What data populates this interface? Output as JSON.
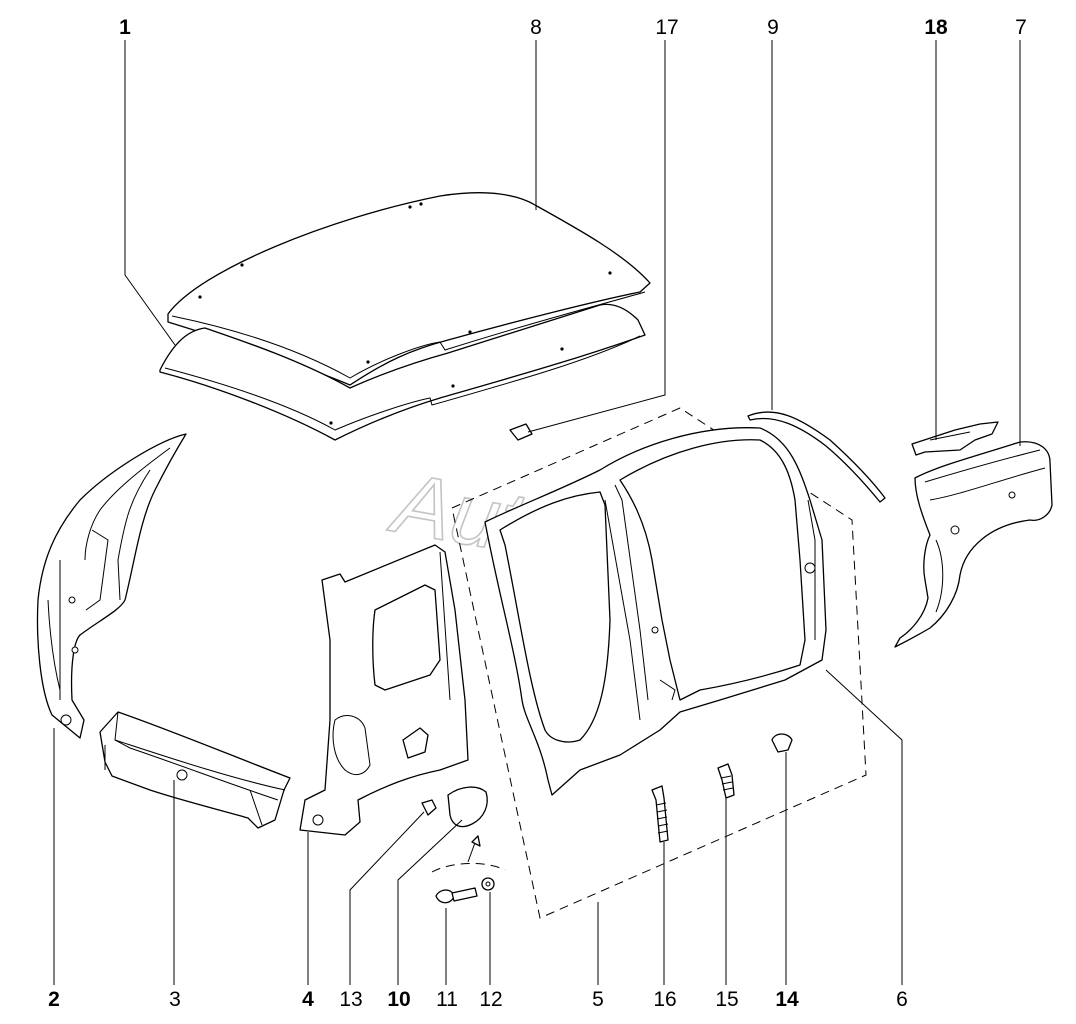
{
  "watermark": "AutoSoft",
  "callouts": [
    {
      "id": "c1",
      "text": "1",
      "bold": true
    },
    {
      "id": "c8",
      "text": "8",
      "bold": false
    },
    {
      "id": "c17",
      "text": "17",
      "bold": false
    },
    {
      "id": "c9",
      "text": "9",
      "bold": false
    },
    {
      "id": "c18",
      "text": "18",
      "bold": true
    },
    {
      "id": "c7",
      "text": "7",
      "bold": false
    },
    {
      "id": "c2",
      "text": "2",
      "bold": true
    },
    {
      "id": "c3",
      "text": "3",
      "bold": false
    },
    {
      "id": "c4",
      "text": "4",
      "bold": true
    },
    {
      "id": "c13",
      "text": "13",
      "bold": false
    },
    {
      "id": "c10",
      "text": "10",
      "bold": true
    },
    {
      "id": "c11",
      "text": "11",
      "bold": false
    },
    {
      "id": "c12",
      "text": "12",
      "bold": false
    },
    {
      "id": "c5",
      "text": "5",
      "bold": false
    },
    {
      "id": "c16",
      "text": "16",
      "bold": false
    },
    {
      "id": "c15",
      "text": "15",
      "bold": false
    },
    {
      "id": "c14",
      "text": "14",
      "bold": true
    },
    {
      "id": "c6",
      "text": "6",
      "bold": false
    }
  ]
}
